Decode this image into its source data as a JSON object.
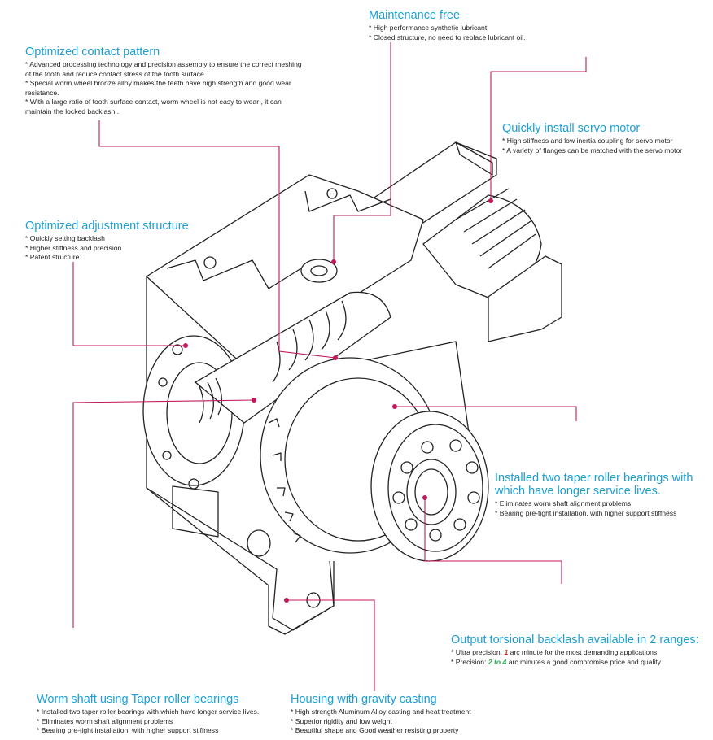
{
  "maintenance": {
    "title": "Maintenance free",
    "items": [
      "* High performance synthetic lubricant",
      "* Closed structure, no need to replace lubricant oil."
    ]
  },
  "contact": {
    "title": "Optimized contact pattern",
    "items": [
      "* Advanced processing technology and precision assembly to ensure the correct meshing of the tooth and reduce   contact stress of the tooth surface",
      "* Special worm wheel bronze alloy makes the teeth have high strength and good wear resistance.",
      "* With a large ratio of tooth surface contact, worm wheel is not easy to wear , it can maintain the locked backlash ."
    ]
  },
  "servo": {
    "title": "Quickly install servo motor",
    "items": [
      "* High stiffness and low inertia coupling for servo motor",
      "* A variety of flanges can be matched with the servo motor"
    ]
  },
  "adjust": {
    "title": "Optimized adjustment structure",
    "items": [
      "* Quickly setting backlash",
      "* Higher stiffness and precision",
      "* Patent structure"
    ]
  },
  "bearings": {
    "title_line1": "Installed two taper roller bearings with",
    "title_line2": "which have longer service lives.",
    "items": [
      "* Eliminates worm shaft alignment problems",
      "* Bearing pre-tight installation, with higher support stiffness"
    ]
  },
  "backlash": {
    "title": "Output torsional backlash available in 2 ranges:",
    "ultra_prefix": "* Ultra precision: ",
    "ultra_value": "1",
    "ultra_suffix": " arc minute for the most demanding applications",
    "precision_prefix": "* Precision: ",
    "precision_value": "2 to 4",
    "precision_suffix": " arc minutes a good compromise price and quality"
  },
  "worm": {
    "title": "Worm shaft using Taper roller bearings",
    "items": [
      "* Installed two taper roller bearings with which have longer service lives.",
      "* Eliminates worm shaft alignment problems",
      "* Bearing pre-tight installation, with higher support stiffness"
    ]
  },
  "housing": {
    "title": "Housing with gravity casting",
    "items": [
      "* High strength Aluminum Alloy casting and heat treatment",
      "* Superior rigidity and low weight",
      "* Beautiful shape and Good weather resisting property"
    ]
  },
  "colors": {
    "heading": "#1a9fd6",
    "leader": "#c2185b",
    "drawing": "#222222"
  }
}
